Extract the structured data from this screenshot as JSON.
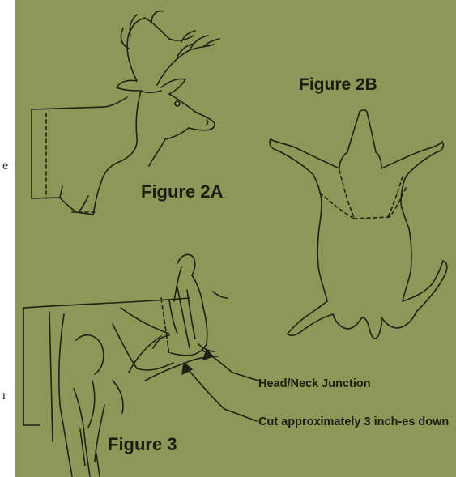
{
  "labels": {
    "figure_2a": "Figure 2A",
    "figure_2b": "Figure 2B",
    "figure_3": "Figure 3",
    "head_neck": "Head/Neck Junction",
    "cut_note": "Cut approximately 3 inch-es down"
  },
  "edge_text": [
    "e",
    "r"
  ],
  "colors": {
    "background": "#8d9757",
    "ink": "#1b1d12"
  }
}
